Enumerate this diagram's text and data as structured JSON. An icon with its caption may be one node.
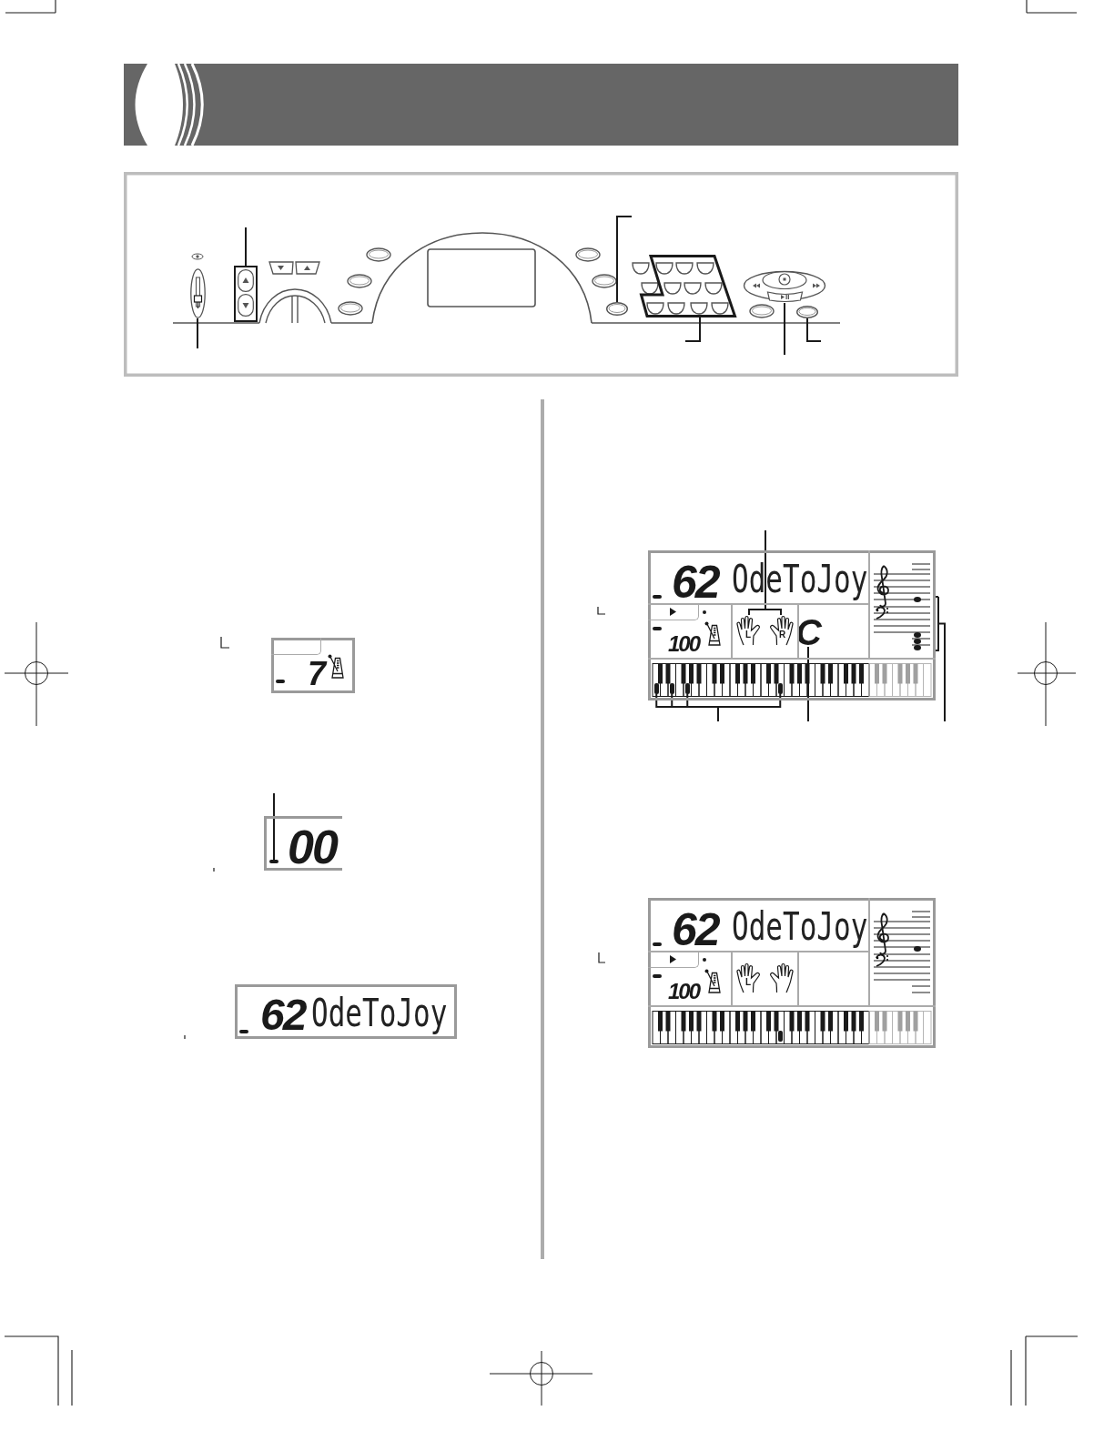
{
  "diagram": {
    "nodes": [
      {
        "text": [],
        "shape": "bar"
      },
      {
        "text": [],
        "shape": "box"
      },
      {
        "text": [],
        "shape": "circle"
      },
      {
        "text": [],
        "shape": "box"
      },
      {
        "text": [],
        "shape": "box"
      },
      {
        "text": [],
        "shape": "circle"
      },
      {
        "text": [
          "7"
        ]
      },
      {
        "text": [
          "00"
        ]
      },
      {
        "text": [],
        "shape": "bar",
        "in": 7
      },
      {
        "text": [
          "62",
          "OdeToJoy"
        ]
      },
      {
        "text": [
          "62",
          "OdeToJoy",
          "100"
        ]
      },
      {
        "text": [
          "L"
        ],
        "in": 10
      },
      {
        "text": [
          "R"
        ],
        "in": 10
      },
      {
        "text": [
          "C"
        ],
        "in": 10
      },
      {
        "text": [],
        "shape": "picture",
        "in": 10
      },
      {
        "text": [],
        "shape": "bar",
        "in": 10
      },
      {
        "text": [],
        "shape": "bar",
        "in": 10
      },
      {
        "text": [],
        "shape": "bar",
        "in": 10
      },
      {
        "text": [],
        "shape": "bar",
        "in": 10
      },
      {
        "text": [
          "62",
          "OdeToJoy",
          "100"
        ]
      },
      {
        "text": [
          "L"
        ],
        "in": 19
      },
      {
        "text": [],
        "shape": "picture",
        "in": 19
      },
      {
        "text": [],
        "shape": "picture",
        "in": 19
      },
      {
        "text": [],
        "shape": "bar",
        "in": 19
      }
    ],
    "edges": [
      {
        "from": null,
        "to": 0,
        "arrow": "none"
      },
      {
        "from": null,
        "to": 1,
        "arrow": "none"
      },
      {
        "from": null,
        "to": 2,
        "arrow": "none"
      },
      {
        "from": null,
        "to": 3,
        "arrow": "none"
      },
      {
        "from": null,
        "to": 4,
        "arrow": "none"
      },
      {
        "from": null,
        "to": 5,
        "arrow": "none"
      },
      {
        "from": null,
        "to": 8,
        "arrow": "none"
      },
      {
        "from": null,
        "to": 11,
        "arrow": "none"
      },
      {
        "from": null,
        "to": 12,
        "arrow": "none"
      },
      {
        "from": null,
        "to": 13,
        "arrow": "none"
      },
      {
        "from": null,
        "to": 14,
        "arrow": "none"
      },
      {
        "from": null,
        "to": 15,
        "arrow": "none"
      },
      {
        "from": null,
        "to": 16,
        "arrow": "none"
      },
      {
        "from": null,
        "to": 17,
        "arrow": "none"
      },
      {
        "from": null,
        "to": 18,
        "arrow": "none"
      }
    ]
  }
}
